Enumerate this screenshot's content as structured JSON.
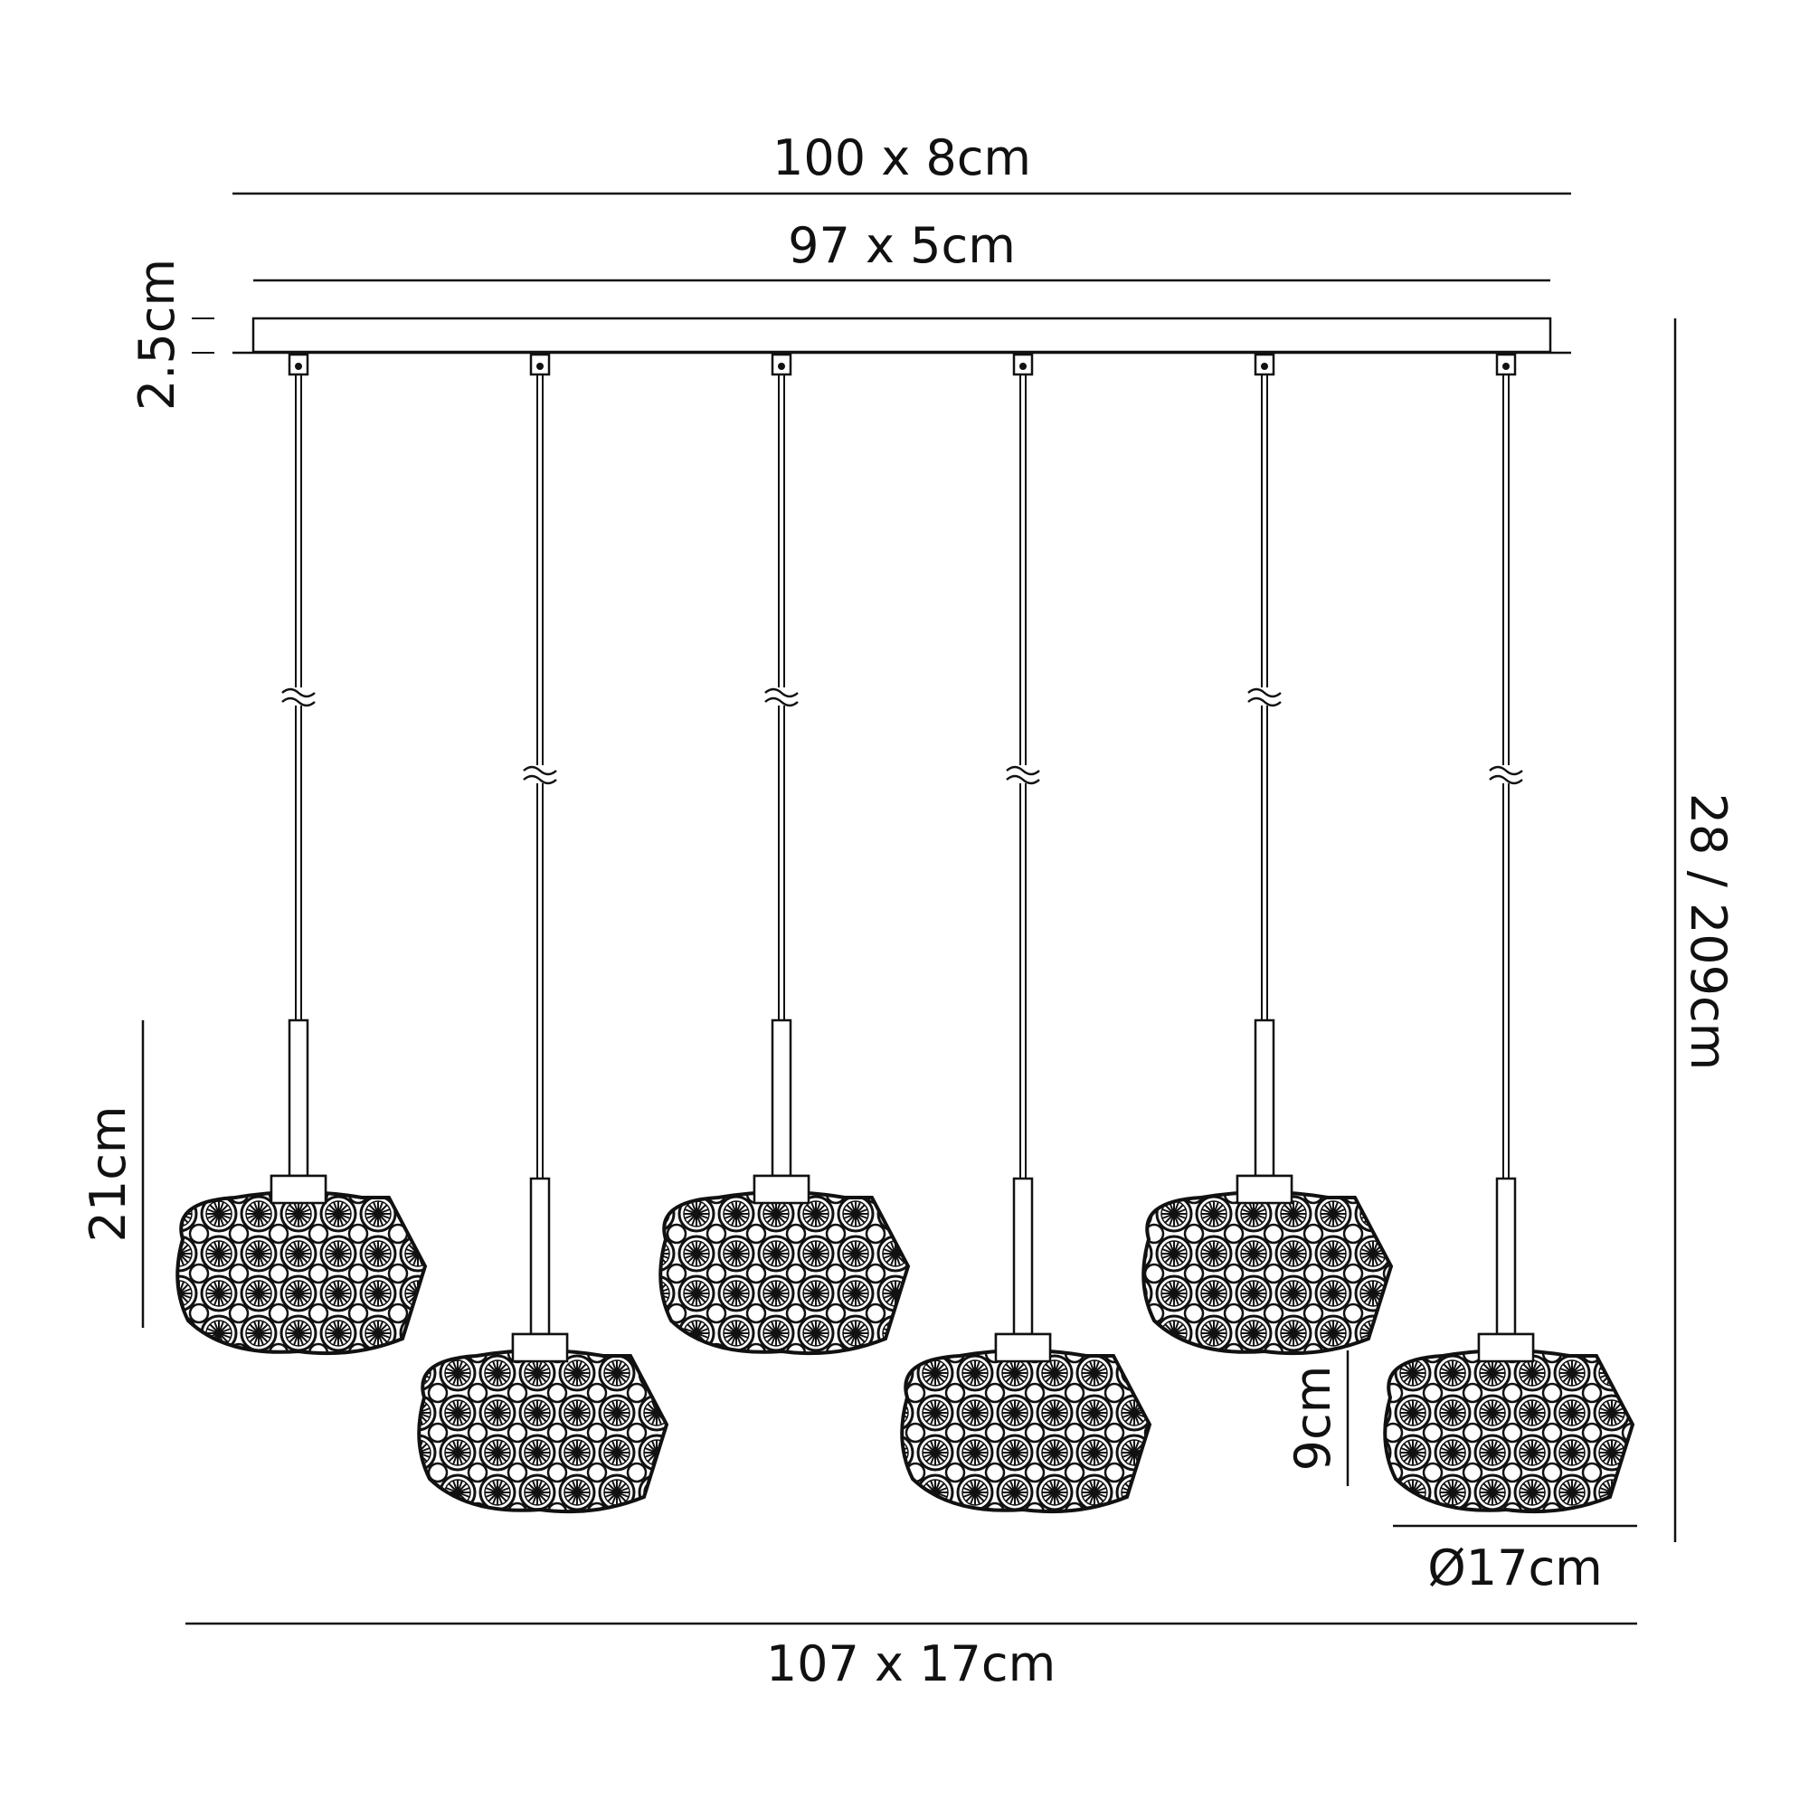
{
  "dimensions": {
    "canopy_outer": "100 x 8cm",
    "canopy_inner": "97 x 5cm",
    "canopy_height": "2.5cm",
    "overall_drop": "28 / 209cm",
    "pendant_height": "21cm",
    "shade_height": "9cm",
    "shade_diameter": "Ø17cm",
    "overall_footprint": "107 x 17cm"
  },
  "colors": {
    "line": "#111111",
    "background": "#ffffff"
  },
  "pendant_count": 6
}
